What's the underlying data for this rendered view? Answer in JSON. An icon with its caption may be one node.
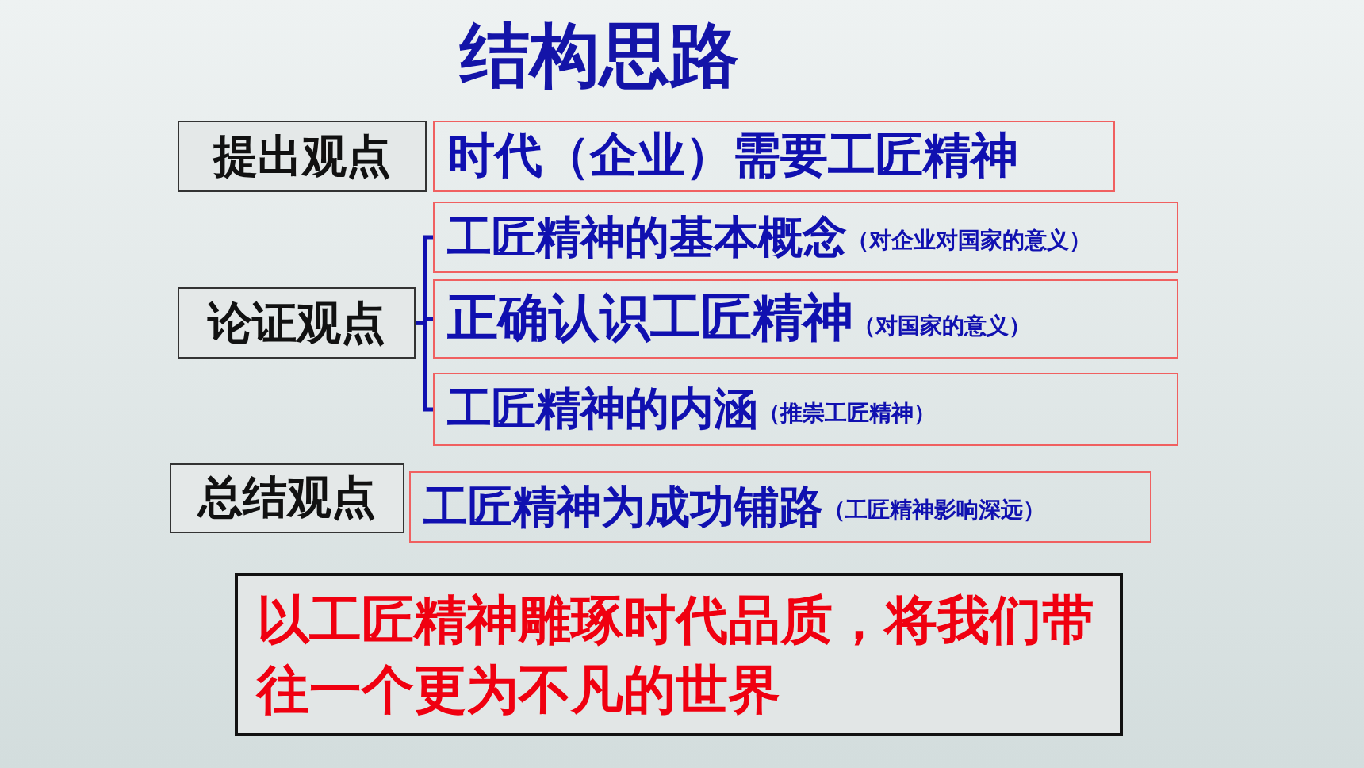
{
  "diagram": {
    "title": "结构思路",
    "nodes": [
      {
        "text": [
          "提出观点"
        ]
      },
      {
        "text": [
          "时代（企业）需要工匠精神"
        ]
      },
      {
        "text": [
          "论证观点"
        ]
      },
      {
        "text": [
          "工匠精神的基本概念",
          "（对企业对国家的意义）"
        ]
      },
      {
        "text": [
          "正确认识工匠精神",
          "（对国家的意义）"
        ]
      },
      {
        "text": [
          "工匠精神的内涵",
          "（推崇工匠精神）"
        ]
      },
      {
        "text": [
          "总结观点"
        ]
      },
      {
        "text": [
          "工匠精神为成功铺路",
          "（工匠精神影响深远）"
        ]
      },
      {
        "text": [
          "以工匠精神雕琢时代品质，将我们带往一个更为不凡的世界"
        ]
      }
    ],
    "edges": [
      {
        "from": 2,
        "to": 3,
        "arrow": "none"
      },
      {
        "from": 2,
        "to": 4,
        "arrow": "none"
      },
      {
        "from": 2,
        "to": 5,
        "arrow": "none"
      }
    ]
  }
}
